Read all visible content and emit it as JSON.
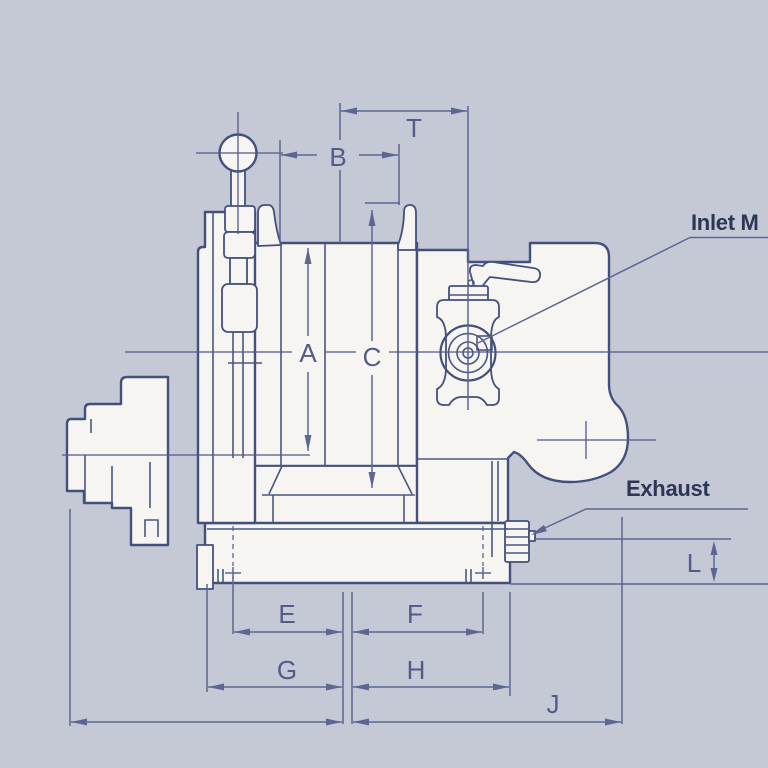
{
  "drawing": {
    "title": "air motor side view dimension drawing",
    "dimensions": {
      "t": "T",
      "b": "B",
      "a": "A",
      "c": "C",
      "e": "E",
      "f": "F",
      "g": "G",
      "h": "H",
      "j": "J",
      "l": "L"
    },
    "annotations": {
      "inlet": "Inlet M",
      "exhaust": "Exhaust"
    },
    "colors": {
      "background": "#c5c9d6",
      "body_fill": "#f6f5f2",
      "outline": "#44507c",
      "dimension_line": "#5c6691",
      "dimension_label": "#525c86",
      "annotation_text": "#2d3654"
    }
  }
}
